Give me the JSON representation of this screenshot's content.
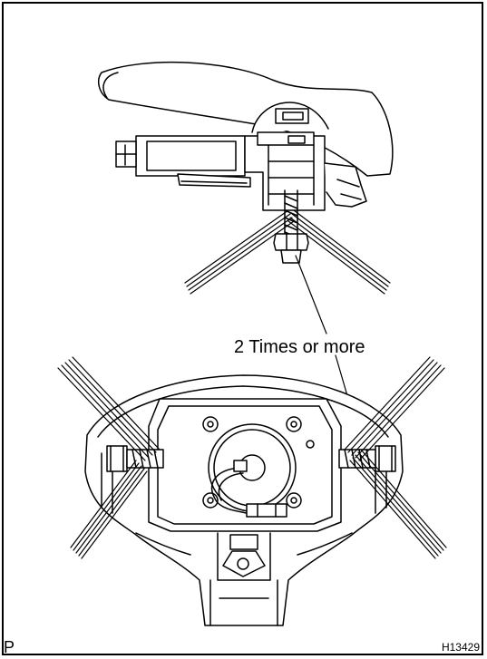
{
  "annotation": {
    "callout_text": "2 Times or more"
  },
  "footer": {
    "corner_mark": "P",
    "figure_id": "H13429"
  },
  "colors": {
    "line": "#000000",
    "background": "#ffffff",
    "shade": "#e6e6e6"
  }
}
